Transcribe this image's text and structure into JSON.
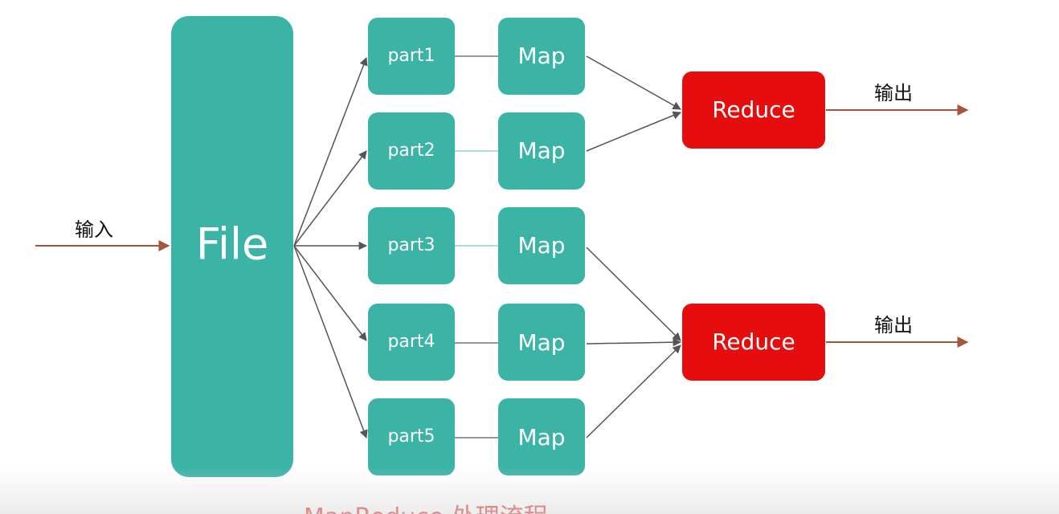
{
  "diagram": {
    "input_label": "输入",
    "output_label": "输出",
    "file_label": "File",
    "parts": [
      "part1",
      "part2",
      "part3",
      "part4",
      "part5"
    ],
    "map_label": "Map",
    "reduce_label": "Reduce",
    "caption_partial": "MapReduce 处理流程"
  },
  "colors": {
    "teal": "#3bb3a5",
    "red": "#e50d0d",
    "output_arrow": "#a4553e",
    "edge_gray": "#555555"
  }
}
